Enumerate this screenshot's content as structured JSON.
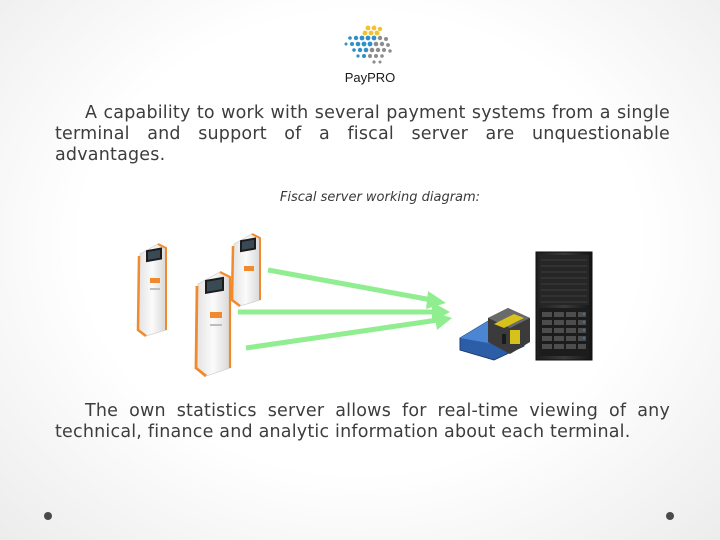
{
  "logo": {
    "text": "PayPRO",
    "icon": "paypro-dot-grid-logo"
  },
  "paragraph1": "A capability to work with several payment systems from a single terminal and support of a fiscal server are unquestionable advantages.",
  "caption": "Fiscal server working diagram:",
  "paragraph2": "The own statistics server allows for real-time viewing of any technical, finance and analytic information about each terminal.",
  "diagram": {
    "nodes": [
      "kiosk-terminal",
      "kiosk-terminal",
      "kiosk-terminal",
      "fiscal-printer",
      "server-rack"
    ],
    "arrow_color": "#90ee90",
    "kiosk_accent": "#f08a2c"
  }
}
